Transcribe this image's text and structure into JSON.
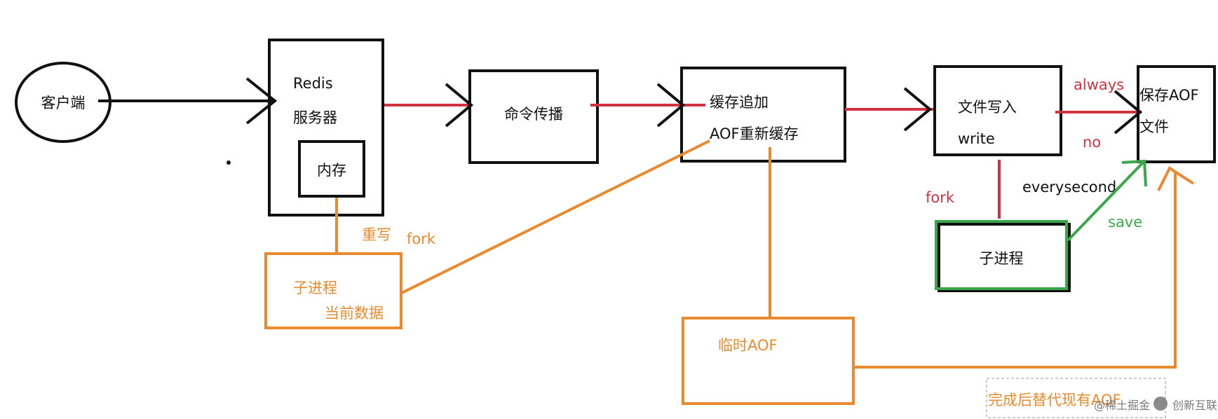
{
  "nodes": {
    "client": "客户端",
    "redis_line1": "Redis",
    "redis_line2": "服务器",
    "memory": "内存",
    "propagate": "命令传播",
    "buffer_line1": "缓存追加",
    "buffer_line2": "AOF重新缓存",
    "file_write_line1": "文件写入",
    "file_write_line2": "write",
    "save_aof_line1": "保存AOF",
    "save_aof_line2": "文件",
    "child_green": "子进程",
    "child_orange_line1": "子进程",
    "child_orange_line2": "当前数据",
    "temp_aof": "临时AOF"
  },
  "edge_labels": {
    "always": "always",
    "no": "no",
    "fork_red": "fork",
    "everysecond": "everysecond",
    "save": "save",
    "rewrite": "重写",
    "fork_orange": "fork",
    "replace": "完成后替代现有AOF"
  },
  "watermark": {
    "left": "@稀土掘金",
    "right": "创新互联"
  },
  "colors": {
    "black": "#111111",
    "red": "#d0323f",
    "orange": "#ea8a2e",
    "green": "#3aa84a"
  }
}
